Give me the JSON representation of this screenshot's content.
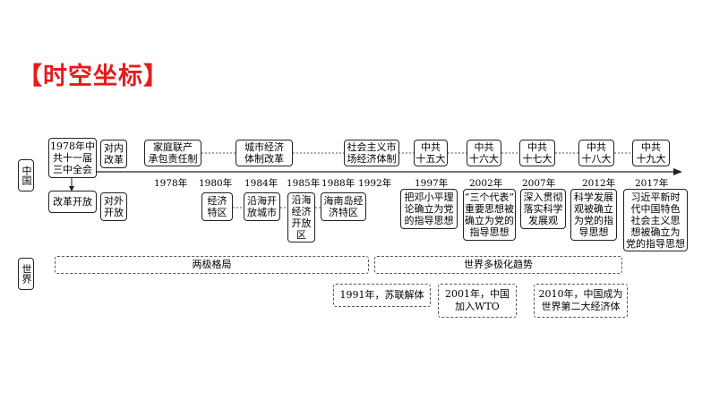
{
  "title": "【时空坐标】",
  "regions": {
    "china": "中国",
    "world": "世界"
  },
  "china_top": {
    "plenum": "1978年中\n共十一届\n三中全会",
    "domestic": "对内\n改革",
    "reform_open": "改革开放",
    "external": "对外\n开放",
    "household": "家庭联产\n承包责任制",
    "urban": "城市经济\n体制改革",
    "market": "社会主义市\n场经济体制",
    "congress15": "中共\n十五大",
    "congress16": "中共\n十六大",
    "congress17": "中共\n十七大",
    "congress18": "中共\n十八大",
    "congress19": "中共\n十九大"
  },
  "years": {
    "y1978": "1978年",
    "y1980": "1980年",
    "y1984": "1984年",
    "y1985": "1985年",
    "y1988": "1988年",
    "y1992": "1992年",
    "y1997": "1997年",
    "y2002": "2002年",
    "y2007": "2007年",
    "y2012": "2012年",
    "y2017": "2017年"
  },
  "china_bottom": {
    "sez": "经济\n特区",
    "coastal_cities": "沿海开\n放城市",
    "coastal_zones": "沿海\n经济\n开放\n区",
    "hainan": "海南岛经\n济特区",
    "deng": "把邓小平理\n论确立为党\n的指导思想",
    "three_represents": "“三个代表”\n重要思想被\n确立为党的\n指导思想",
    "scientific": "深入贯彻\n落实科学\n发展观",
    "scientific_guiding": "科学发展\n观被确立\n为党的指\n导思想",
    "xi": "习近平新时\n代中国特色\n社会主义思\n想被确立为\n党的指导思想"
  },
  "world": {
    "bipolar": "两极格局",
    "multipolar": "世界多极化趋势",
    "ussr": "1991年，苏联解体",
    "wto": "2001年，中国\n加入WTO",
    "economy": "2010年，中国成为\n世界第二大经济体"
  }
}
